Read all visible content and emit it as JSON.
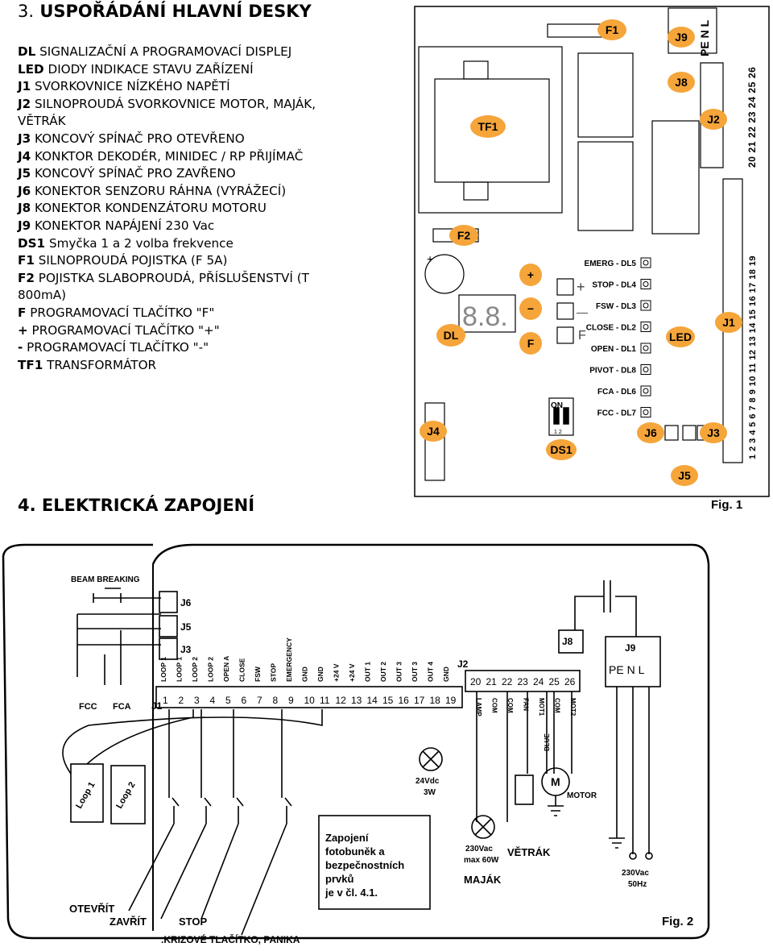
{
  "section3": {
    "number": "3.",
    "title": "USPOŘÁDÁNÍ  HLAVNÍ DESKY"
  },
  "legend": [
    {
      "code": "DL",
      "text": " SIGNALIZAČNÍ A PROGRAMOVACÍ DISPLEJ"
    },
    {
      "code": "LED",
      "text": " DIODY INDIKACE STAVU ZAŘÍZENÍ"
    },
    {
      "code": "J1",
      "text": " SVORKOVNICE NÍZKÉHO NAPĚTÍ"
    },
    {
      "code": "J2",
      "text": " SILNOPROUDÁ SVORKOVNICE  MOTOR, MAJÁK, VĚTRÁK"
    },
    {
      "code": "J3",
      "text": " KONCOVÝ SPÍNAČ PRO OTEVŘENO"
    },
    {
      "code": "J4",
      "text": " KONKTOR DEKODÉR, MINIDEC / RP PŘIJÍMAČ"
    },
    {
      "code": "J5",
      "text": " KONCOVÝ SPÍNAČ PRO ZAVŘENO"
    },
    {
      "code": "J6",
      "text": " KONEKTOR SENZORU RÁHNA (VYRÁŽECÍ)"
    },
    {
      "code": "J8",
      "text": " KONEKTOR KONDENZÁTORU MOTORU"
    },
    {
      "code": "J9",
      "text": " KONEKTOR NAPÁJENÍ 230 Vac"
    },
    {
      "code": "DS1",
      "text": " Smyčka 1 a 2 volba frekvence"
    },
    {
      "code": "F1",
      "text": " SILNOPROUDÁ POJISTKA (F 5A)"
    },
    {
      "code": "F2",
      "text": " POJISTKA SLABOPROUDÁ, PŘÍSLUŠENSTVÍ (T 800mA)"
    },
    {
      "code": "F",
      "text": "   PROGRAMOVACÍ TLAČÍTKO \"F\""
    },
    {
      "code": "+",
      "text": "   PROGRAMOVACÍ TLAČÍTKO \"+\""
    },
    {
      "code": "-",
      "text": "   PROGRAMOVACÍ TLAČÍTKO \"-\""
    },
    {
      "code": "TF1",
      "text": " TRANSFORMÁTOR"
    }
  ],
  "fig1": {
    "caption": "Fig. 1",
    "labels": {
      "f1": "F1",
      "j9": "J9",
      "j8": "J8",
      "j2": "J2",
      "tf1": "TF1",
      "f2": "F2",
      "plus": "+",
      "minus": "−",
      "f": "F",
      "dl": "DL",
      "led": "LED",
      "j1": "J1",
      "j4": "J4",
      "j6": "J6",
      "j3": "J3",
      "j5": "J5",
      "ds1": "DS1",
      "on": "ON",
      "pen": "PE N L",
      "display": "8.8."
    },
    "leds": [
      "EMERG - DL5",
      "STOP - DL4",
      "FSW - DL3",
      "CLOSE - DL2",
      "OPEN - DL1",
      "PIVOT - DL8",
      "FCA - DL6",
      "FCC - DL7"
    ],
    "j2_numbers": "20 21 22 23 24 25 26",
    "j1_numbers": "1 2 3 4 5 6 7 8 9 10 11 12 13 14 15 16 17 18 19",
    "button_marks": [
      "+",
      "—",
      "F"
    ],
    "dip_numbers": "1 2"
  },
  "section4": {
    "title": "4. ELEKTRICKÁ ZAPOJENÍ"
  },
  "fig2": {
    "caption": "Fig. 2",
    "beam": "BEAM BREAKING",
    "j_labels": [
      "J6",
      "J5",
      "J3",
      "J8",
      "J9",
      "J2",
      "J1"
    ],
    "terminals": [
      "LOOP 1",
      "LOOP 1",
      "LOOP 2",
      "LOOP 2",
      "OPEN A",
      "CLOSE",
      "FSW",
      "STOP",
      "EMERGENCY",
      "GND",
      "GND",
      "+24 V",
      "+24 V",
      "OUT 1",
      "OUT 2",
      "OUT 3",
      "OUT 3",
      "OUT 4",
      "GND"
    ],
    "j1_nums": [
      "1",
      "2",
      "3",
      "4",
      "5",
      "6",
      "7",
      "8",
      "9",
      "10",
      "11",
      "12",
      "13",
      "14",
      "15",
      "16",
      "17",
      "18",
      "19"
    ],
    "j2_nums": [
      "20",
      "21",
      "22",
      "23",
      "24",
      "25",
      "26"
    ],
    "j2_terms": [
      "LAMP",
      "COM",
      "COM",
      "FAN",
      "MOT1",
      "COM",
      "MOT2"
    ],
    "fcc": "FCC",
    "fca": "FCA",
    "loop1": "Loop 1",
    "loop2": "Loop 2",
    "lamp24": "24Vdc",
    "lamp24w": "3W",
    "blue": "BLUE",
    "m": "M",
    "motor": "MOTOR",
    "lamp230": "230Vac",
    "lamp230w": "max 60W",
    "vetrak": "VĚTRÁK",
    "majak": "MAJÁK",
    "power": "230Vac",
    "power_hz": "50Hz",
    "pen": "PE N L",
    "note": [
      "Zapojení",
      "fotobuněk a",
      "bezpečnostních",
      "prvků",
      "je v čl. 4.1."
    ],
    "otevrit": "OTEVŘÍT",
    "zavrit": "ZAVŘÍT",
    "stop": "STOP",
    "krizove": ".KRIZOVÉ TLAČÍTKO, PANIKA"
  }
}
